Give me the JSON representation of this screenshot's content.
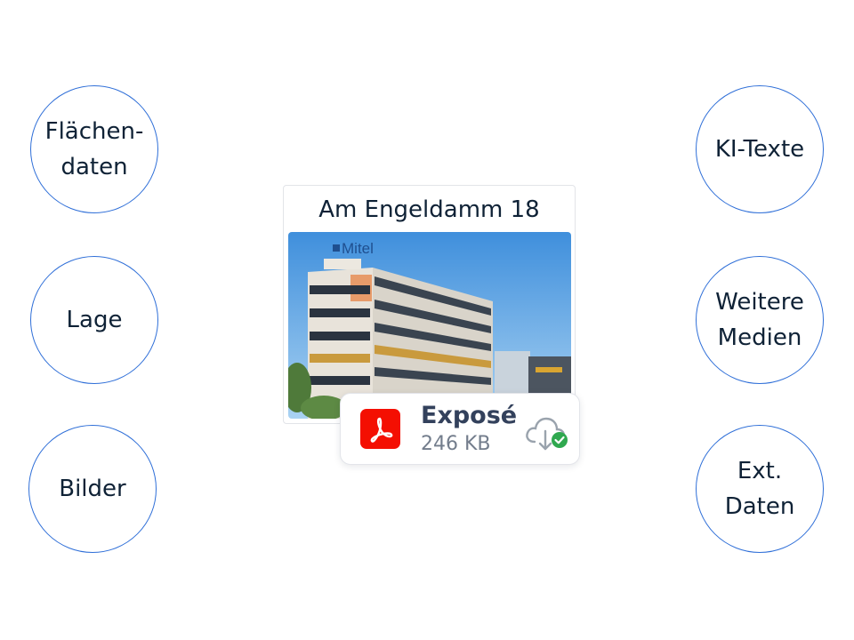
{
  "bubbles": {
    "flaechendaten": "Flächen-\ndaten",
    "lage": "Lage",
    "bilder": "Bilder",
    "ki_texte": "KI-Texte",
    "weitere_medien": "Weitere\nMedien",
    "ext_daten": "Ext.\nDaten"
  },
  "property": {
    "title": "Am Engeldamm 18",
    "building_sign": "Mitel"
  },
  "download": {
    "name": "Exposé",
    "size": "246 KB",
    "file_icon": "pdf-icon",
    "status_icon": "cloud-download-check-icon"
  },
  "colors": {
    "bubble_border": "#2f6fd8",
    "pdf_red": "#f40f02",
    "check_green": "#2fa84f"
  }
}
